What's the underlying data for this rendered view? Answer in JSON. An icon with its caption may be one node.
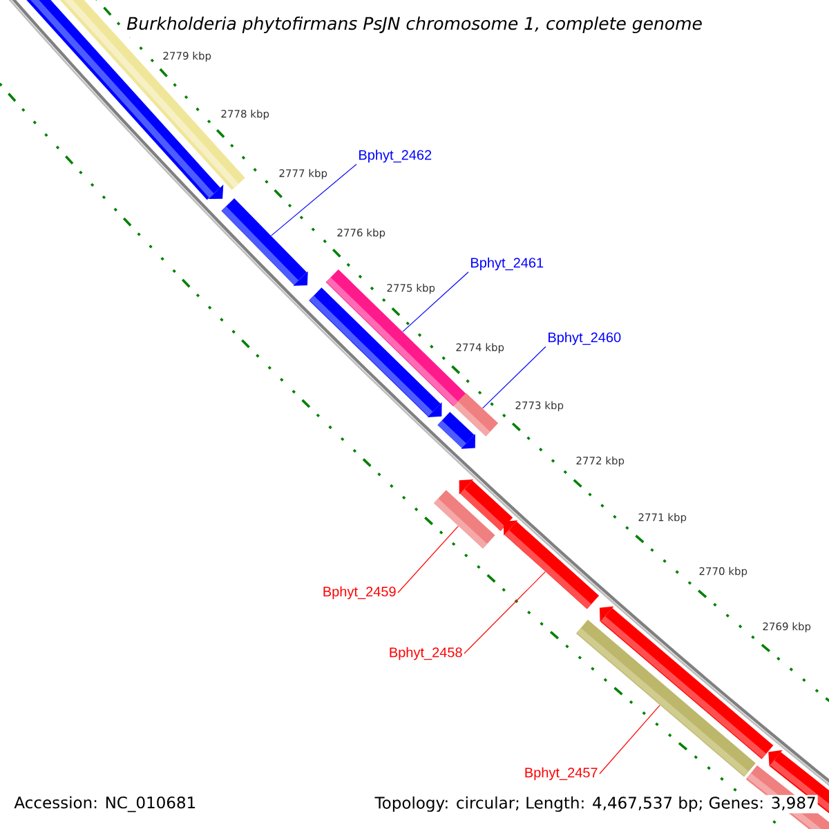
{
  "diagram": {
    "title": "Burkholderia phytofirmans PsJN chromosome 1, complete genome",
    "nodes": [
      {
        "text": [
          "Bphyt_2462"
        ]
      },
      {
        "text": [
          "Bphyt_2461"
        ]
      },
      {
        "text": [
          "Bphyt_2460"
        ]
      },
      {
        "text": [
          "Bphyt_2459"
        ]
      },
      {
        "text": [
          "Bphyt_2458"
        ]
      },
      {
        "text": [
          "Bphyt_2457"
        ]
      },
      {
        "text": [],
        "shape": "arrow"
      },
      {
        "text": [],
        "shape": "bar"
      },
      {
        "text": [],
        "shape": "arrow"
      },
      {
        "text": [],
        "shape": "arrow"
      },
      {
        "text": [],
        "shape": "bar"
      },
      {
        "text": [],
        "shape": "bar"
      },
      {
        "text": [],
        "shape": "arrow"
      },
      {
        "text": [],
        "shape": "arrow"
      },
      {
        "text": [],
        "shape": "bar"
      },
      {
        "text": [],
        "shape": "arrow"
      },
      {
        "text": [],
        "shape": "bar"
      },
      {
        "text": [],
        "shape": "arrow"
      },
      {
        "text": [],
        "shape": "bar"
      },
      {
        "text": [],
        "shape": "arrow"
      }
    ],
    "edges": [
      {
        "from": 0,
        "to": 8,
        "arrow": "none",
        "color": "#0000ff"
      },
      {
        "from": 1,
        "to": 10,
        "arrow": "none",
        "color": "#0000ff"
      },
      {
        "from": 2,
        "to": 14,
        "arrow": "none",
        "color": "#0000ff"
      },
      {
        "from": 3,
        "to": 11,
        "arrow": "none",
        "color": "#ff0000"
      },
      {
        "from": 4,
        "to": 15,
        "arrow": "none",
        "color": "#ff0000"
      },
      {
        "from": 5,
        "to": 16,
        "arrow": "none",
        "color": "#ff0000"
      }
    ],
    "labels": [
      "2779 kbp",
      "2778 kbp",
      "2777 kbp",
      "2776 kbp",
      "2775 kbp",
      "2774 kbp",
      "2773 kbp",
      "2772 kbp",
      "2771 kbp",
      "2770 kbp",
      "2769 kbp",
      "Accession: NC_010681",
      "Topology: circular; Length: 4,467,537 bp; Genes: 3,987"
    ]
  }
}
